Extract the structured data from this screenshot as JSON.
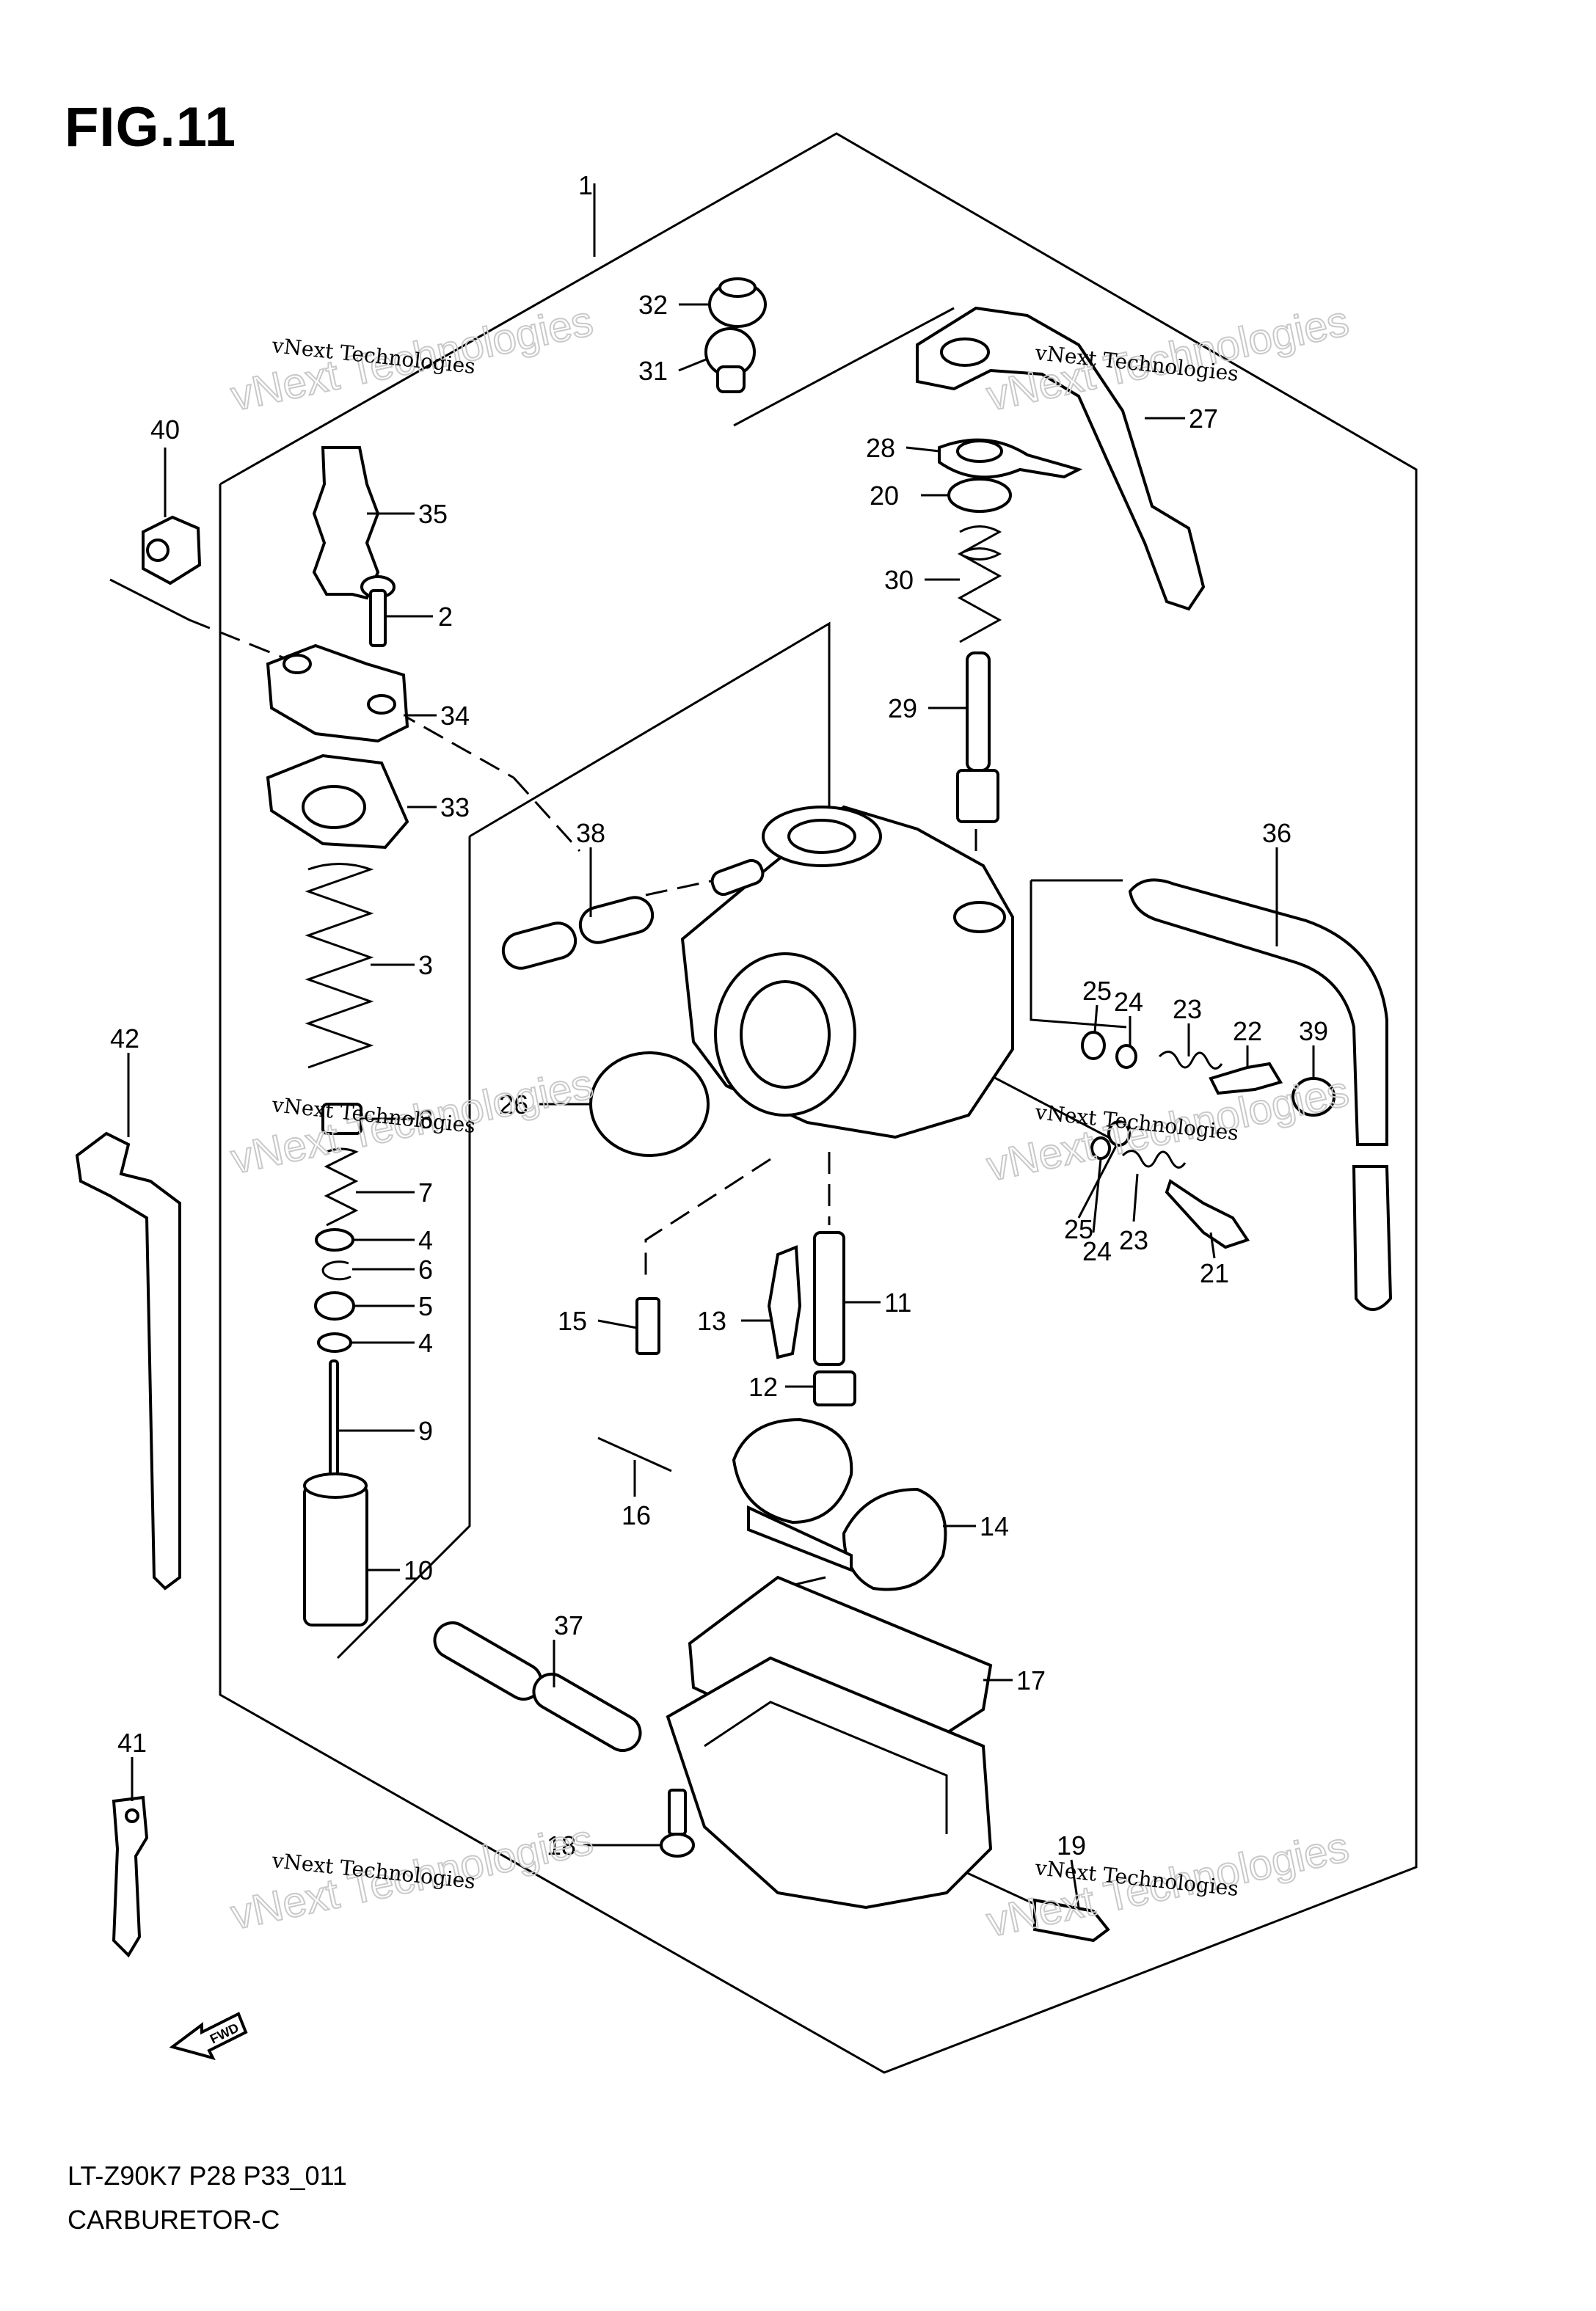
{
  "figure": {
    "title": "FIG.11",
    "model_code": "LT-Z90K7 P28 P33_011",
    "section_name": "CARBURETOR-C"
  },
  "watermark": {
    "line_small": "vNext Technologies",
    "line_big": "vNext Technologies"
  },
  "fwd_label": "FWD",
  "callouts": [
    {
      "id": "c1",
      "label": "1"
    },
    {
      "id": "c2",
      "label": "2"
    },
    {
      "id": "c3",
      "label": "3"
    },
    {
      "id": "c4a",
      "label": "4"
    },
    {
      "id": "c4b",
      "label": "4"
    },
    {
      "id": "c5",
      "label": "5"
    },
    {
      "id": "c6",
      "label": "6"
    },
    {
      "id": "c7",
      "label": "7"
    },
    {
      "id": "c8",
      "label": "8"
    },
    {
      "id": "c9",
      "label": "9"
    },
    {
      "id": "c10",
      "label": "10"
    },
    {
      "id": "c11",
      "label": "11"
    },
    {
      "id": "c12",
      "label": "12"
    },
    {
      "id": "c13",
      "label": "13"
    },
    {
      "id": "c14",
      "label": "14"
    },
    {
      "id": "c15",
      "label": "15"
    },
    {
      "id": "c16",
      "label": "16"
    },
    {
      "id": "c17",
      "label": "17"
    },
    {
      "id": "c18",
      "label": "18"
    },
    {
      "id": "c19",
      "label": "19"
    },
    {
      "id": "c20",
      "label": "20"
    },
    {
      "id": "c21",
      "label": "21"
    },
    {
      "id": "c22",
      "label": "22"
    },
    {
      "id": "c23a",
      "label": "23"
    },
    {
      "id": "c23b",
      "label": "23"
    },
    {
      "id": "c24a",
      "label": "24"
    },
    {
      "id": "c24b",
      "label": "24"
    },
    {
      "id": "c25a",
      "label": "25"
    },
    {
      "id": "c25b",
      "label": "25"
    },
    {
      "id": "c26",
      "label": "26"
    },
    {
      "id": "c27",
      "label": "27"
    },
    {
      "id": "c28",
      "label": "28"
    },
    {
      "id": "c29",
      "label": "29"
    },
    {
      "id": "c30",
      "label": "30"
    },
    {
      "id": "c31",
      "label": "31"
    },
    {
      "id": "c32",
      "label": "32"
    },
    {
      "id": "c33",
      "label": "33"
    },
    {
      "id": "c34",
      "label": "34"
    },
    {
      "id": "c35",
      "label": "35"
    },
    {
      "id": "c36",
      "label": "36"
    },
    {
      "id": "c37",
      "label": "37"
    },
    {
      "id": "c38",
      "label": "38"
    },
    {
      "id": "c39",
      "label": "39"
    },
    {
      "id": "c40",
      "label": "40"
    },
    {
      "id": "c41",
      "label": "41"
    },
    {
      "id": "c42",
      "label": "42"
    }
  ]
}
